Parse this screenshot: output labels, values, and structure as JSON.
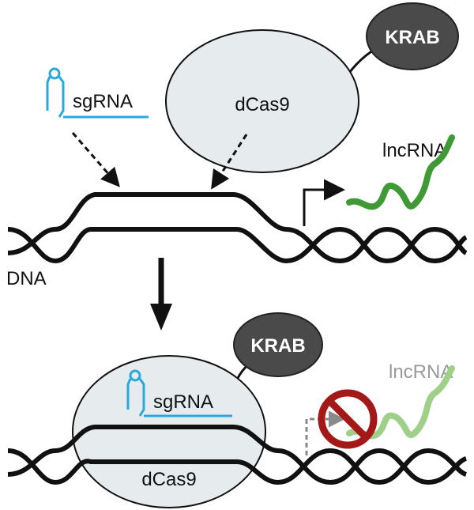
{
  "labels": {
    "sgrna": "sgRNA",
    "dcas9": "dCas9",
    "krab": "KRAB",
    "lncrna": "lncRNA",
    "dna": "DNA"
  },
  "colors": {
    "sgrna_blue": "#29a8e0",
    "dcas9_fill": "#e6ecee",
    "krab_fill": "#4a4a4a",
    "lncrna_green": "#3f9a35",
    "lncrna_green_faded": "#9fd08a",
    "inhibit_red": "#a51818",
    "strand": "#111111",
    "dashed_gray": "#8a8a8a"
  }
}
